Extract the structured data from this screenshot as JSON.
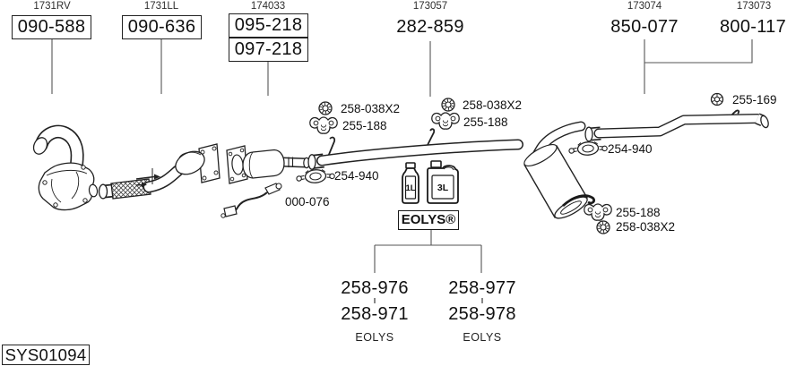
{
  "colors": {
    "ink": "#111111",
    "line": "#222222",
    "leader": "#555555",
    "background": "#ffffff"
  },
  "ref_labels": {
    "manifold": "1731RV",
    "front_pipe": "1731LL",
    "catalyst": "174033",
    "centre_pipe": "173057",
    "rear_muffler": "173074",
    "tail_pipe": "173073"
  },
  "part_numbers": {
    "manifold": "090-588",
    "front_pipe": "090-636",
    "catalyst_a": "095-218",
    "catalyst_b": "097-218",
    "centre_pipe": "282-859",
    "rear_muffler": "850-077",
    "tail_pipe": "800-117"
  },
  "callouts": {
    "nut_mid_left": "258-038X2",
    "hanger_mid_left": "255-188",
    "nut_mid_right": "258-038X2",
    "hanger_mid_right": "255-188",
    "clamp_front": "254-940",
    "sensor_wire": "000-076",
    "grommet_tail": "255-169",
    "clamp_rear": "254-940",
    "hanger_rear": "255-188",
    "nut_rear": "258-038X2"
  },
  "icons": {
    "nut": "flange-nut",
    "hanger": "rubber-hanger",
    "clamp": "pipe-clamp",
    "grommet": "rubber-grommet"
  },
  "eolys": {
    "brand": "EOLYS®",
    "small_bottle": "1L",
    "large_bottle": "3L",
    "col1_part1": "258-976",
    "col1_part2": "258-971",
    "col1_label": "EOLYS",
    "col2_part1": "258-977",
    "col2_part2": "258-978",
    "col2_label": "EOLYS"
  },
  "footer": {
    "diagram_code": "SYS01094"
  }
}
